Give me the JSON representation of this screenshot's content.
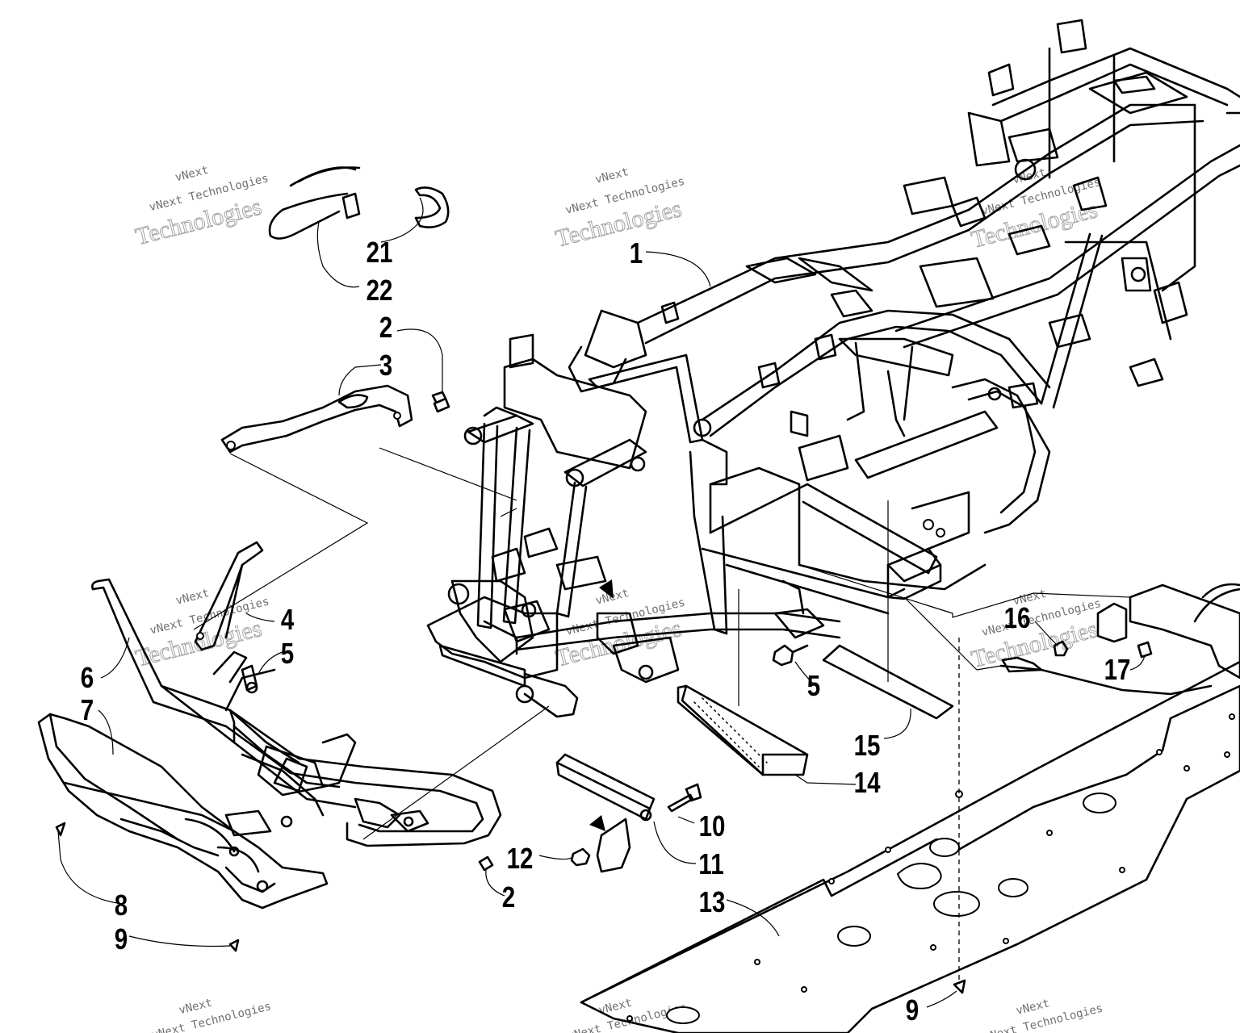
{
  "diagram": {
    "watermark": {
      "brand_top": "vNext",
      "brand_line": "vNext Technologies",
      "brand_big": "Technologies"
    },
    "callouts": {
      "c1": "1",
      "c2a": "2",
      "c2b": "2",
      "c3": "3",
      "c4": "4",
      "c5a": "5",
      "c5b": "5",
      "c6": "6",
      "c7": "7",
      "c8": "8",
      "c9a": "9",
      "c9b": "9",
      "c10": "10",
      "c11": "11",
      "c12": "12",
      "c13": "13",
      "c14": "14",
      "c15": "15",
      "c16": "16",
      "c17": "17",
      "c21": "21",
      "c22": "22"
    }
  }
}
